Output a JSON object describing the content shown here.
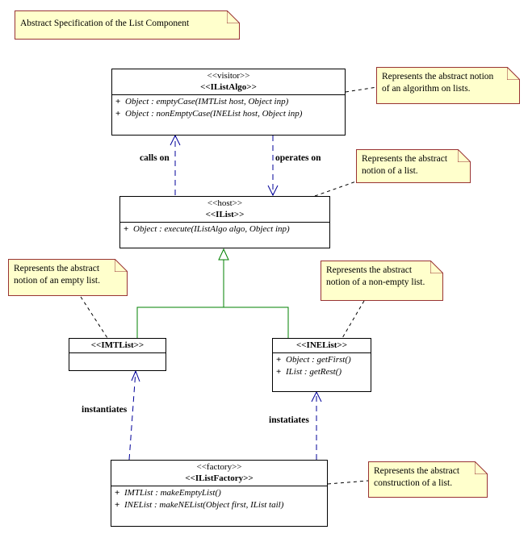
{
  "title_note": "Abstract Specification of the List Component",
  "classes": {
    "ilistalgo": {
      "stereotype": "<<visitor>>",
      "name": "<<IListAlgo>>",
      "ops": [
        {
          "sign": "+",
          "text": "Object : emptyCase(IMTList host, Object inp)"
        },
        {
          "sign": "+",
          "text": "Object : nonEmptyCase(INEList host, Object inp)"
        }
      ]
    },
    "ilist": {
      "stereotype": "<<host>>",
      "name": "<<IList>>",
      "ops": [
        {
          "sign": "+",
          "text": "Object : execute(IListAlgo algo, Object inp)"
        }
      ]
    },
    "imtlist": {
      "name": "<<IMTList>>"
    },
    "inelist": {
      "name": "<<INEList>>",
      "ops": [
        {
          "sign": "+",
          "text": "Object : getFirst()"
        },
        {
          "sign": "+",
          "text": "IList : getRest()"
        }
      ]
    },
    "ilistfactory": {
      "stereotype": "<<factory>>",
      "name": "<<IListFactory>>",
      "ops": [
        {
          "sign": "+",
          "text": "IMTList : makeEmptyList()"
        },
        {
          "sign": "+",
          "text": "INEList : makeNEList(Object first, IList tail)"
        }
      ]
    }
  },
  "notes": {
    "algo": {
      "line1": "Represents the abstract notion",
      "line2": "of an algorithm on lists."
    },
    "list": {
      "line1": "Represents the abstract",
      "line2": "notion of a list."
    },
    "empty": {
      "line1": "Represents the abstract",
      "line2": "notion of an empty list."
    },
    "nonempty": {
      "line1": "Represents the abstract",
      "line2": "notion of a non-empty list."
    },
    "construction": {
      "line1": "Represents the abstract",
      "line2": "construction of a list."
    }
  },
  "edge_labels": {
    "calls_on": "calls on",
    "operates_on": "operates on",
    "instantiates_left": "instantiates",
    "instantiates_right": "instatiates"
  },
  "colors": {
    "note_fill": "#ffffcc",
    "note_border": "#993333",
    "dependency": "#000099",
    "generalization": "#008000"
  }
}
